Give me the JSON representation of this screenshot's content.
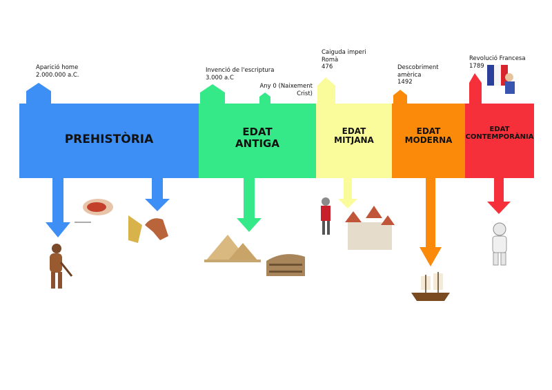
{
  "colors": {
    "prehistoria": "#3d8ef5",
    "antiga": "#35e888",
    "mitjana": "#fafb9a",
    "moderna": "#fb8a0a",
    "contemporania": "#f5303a"
  },
  "eras": [
    {
      "id": "prehistoria",
      "label": "PREHISTÒRIA"
    },
    {
      "id": "antiga",
      "label": "EDAT\nANTIGA"
    },
    {
      "id": "mitjana",
      "label": "EDAT\nMITJANA"
    },
    {
      "id": "moderna",
      "label": "EDAT\nMODERNA"
    },
    {
      "id": "contemporania",
      "label": "EDAT\nCONTEMPORÀNIA"
    }
  ],
  "events": [
    {
      "text": "Aparició home\n2.000.000  a.C."
    },
    {
      "text": "Invenció  de  l'escriptura\n3.000  a.C"
    },
    {
      "text": "Any 0 (Naixement\nCrist)"
    },
    {
      "text": "Caiguda  imperi\nRomà\n476"
    },
    {
      "text": "Descobriment\namèrica\n1492"
    },
    {
      "text": "Revolució  Francesa\n1789"
    }
  ],
  "illustrations": [
    "caveman",
    "cave-painting",
    "horse-with-wheat",
    "pyramids",
    "colosseum",
    "knight",
    "castle",
    "caravel-ship",
    "astronaut",
    "french-flag-liberty"
  ]
}
